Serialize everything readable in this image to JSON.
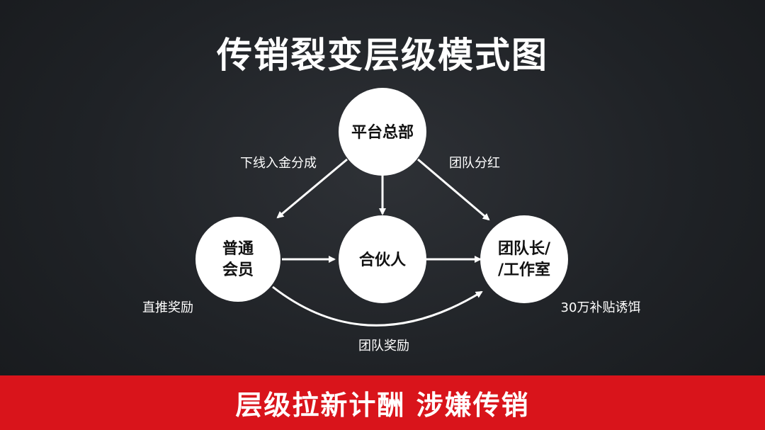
{
  "title": "传销裂变层级模式图",
  "nodes": {
    "hq": "平台总部",
    "member_line1": "普通",
    "member_line2": "会员",
    "partner": "合伙人",
    "leader_line1": "团队长/",
    "leader_line2": "/工作室"
  },
  "edge_labels": {
    "hq_to_member": "下线入金分成",
    "hq_to_leader": "团队分红",
    "direct_reward": "直推奖励",
    "team_reward": "团队奖励",
    "subsidy_bait": "30万补贴诱饵"
  },
  "banner": {
    "text": "层级拉新计酬 涉嫌传销",
    "color": "#d9141b"
  }
}
